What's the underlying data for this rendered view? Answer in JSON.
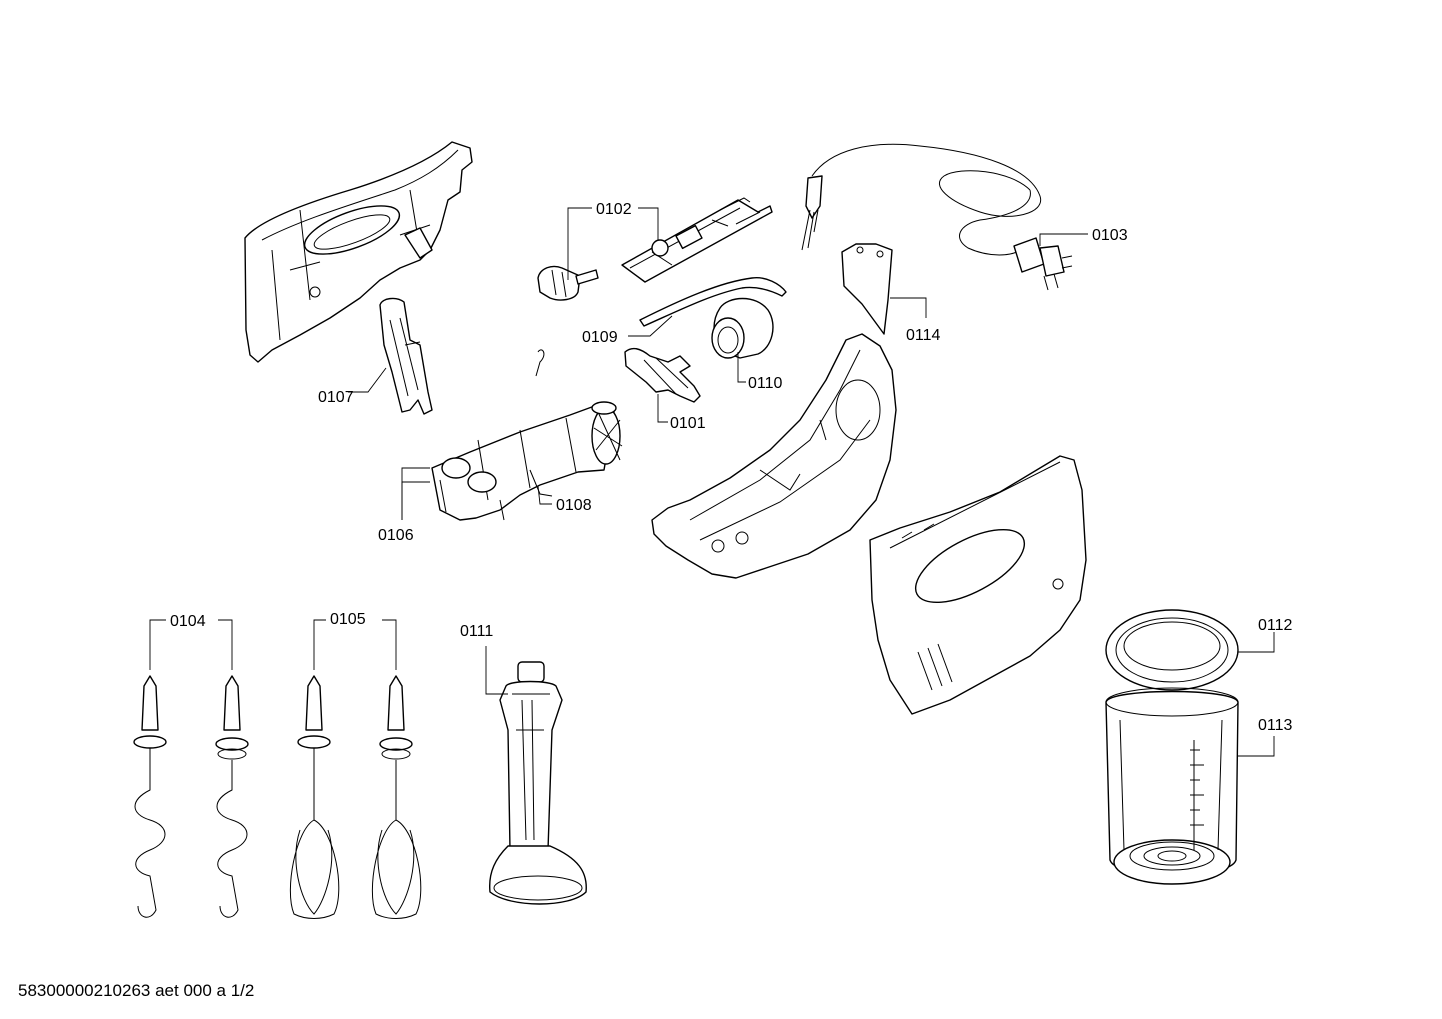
{
  "document_id": "58300000210263 aet 000 a 1/2",
  "labels": {
    "p0101": "0101",
    "p0102": "0102",
    "p0103": "0103",
    "p0104": "0104",
    "p0105": "0105",
    "p0106": "0106",
    "p0107": "0107",
    "p0108": "0108",
    "p0109": "0109",
    "p0110": "0110",
    "p0111": "0111",
    "p0112": "0112",
    "p0113": "0113",
    "p0114": "0114"
  }
}
